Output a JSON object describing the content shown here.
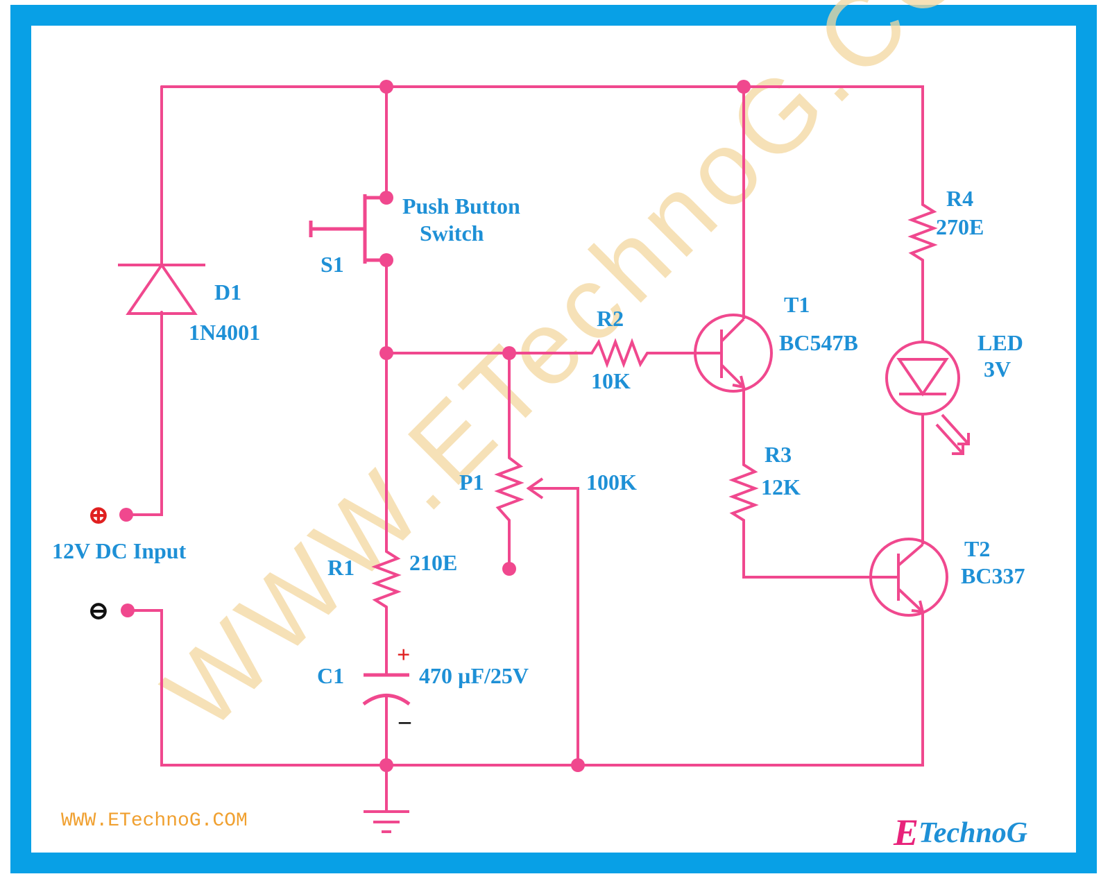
{
  "colors": {
    "border": "#08a0e6",
    "wire": "#f0488e",
    "label": "#1e90d6",
    "watermark": "#f3d8a0",
    "site_text": "#f0a030",
    "plus_symbol": "#e02020"
  },
  "components": {
    "d1": {
      "ref": "D1",
      "value": "1N4001"
    },
    "s1": {
      "ref": "S1",
      "name_line1": "Push Button",
      "name_line2": "Switch"
    },
    "r1": {
      "ref": "R1",
      "value": "210E"
    },
    "r2": {
      "ref": "R2",
      "value": "10K"
    },
    "r3": {
      "ref": "R3",
      "value": "12K"
    },
    "r4": {
      "ref": "R4",
      "value": "270E"
    },
    "p1": {
      "ref": "P1",
      "value": "100K"
    },
    "c1": {
      "ref": "C1",
      "value": "470 µF/25V",
      "plus": "+",
      "minus": "–"
    },
    "t1": {
      "ref": "T1",
      "value": "BC547B"
    },
    "t2": {
      "ref": "T2",
      "value": "BC337"
    },
    "led": {
      "ref": "LED",
      "value": "3V"
    }
  },
  "input": {
    "label": "12V DC Input",
    "plus_symbol": "⊕",
    "minus_symbol": "⊖"
  },
  "watermark": {
    "text": "WWW.ETechnoG.COM"
  },
  "footer": {
    "website": "WWW.ETechnoG.COM",
    "brand_first": "E",
    "brand_rest": "TechnoG"
  }
}
